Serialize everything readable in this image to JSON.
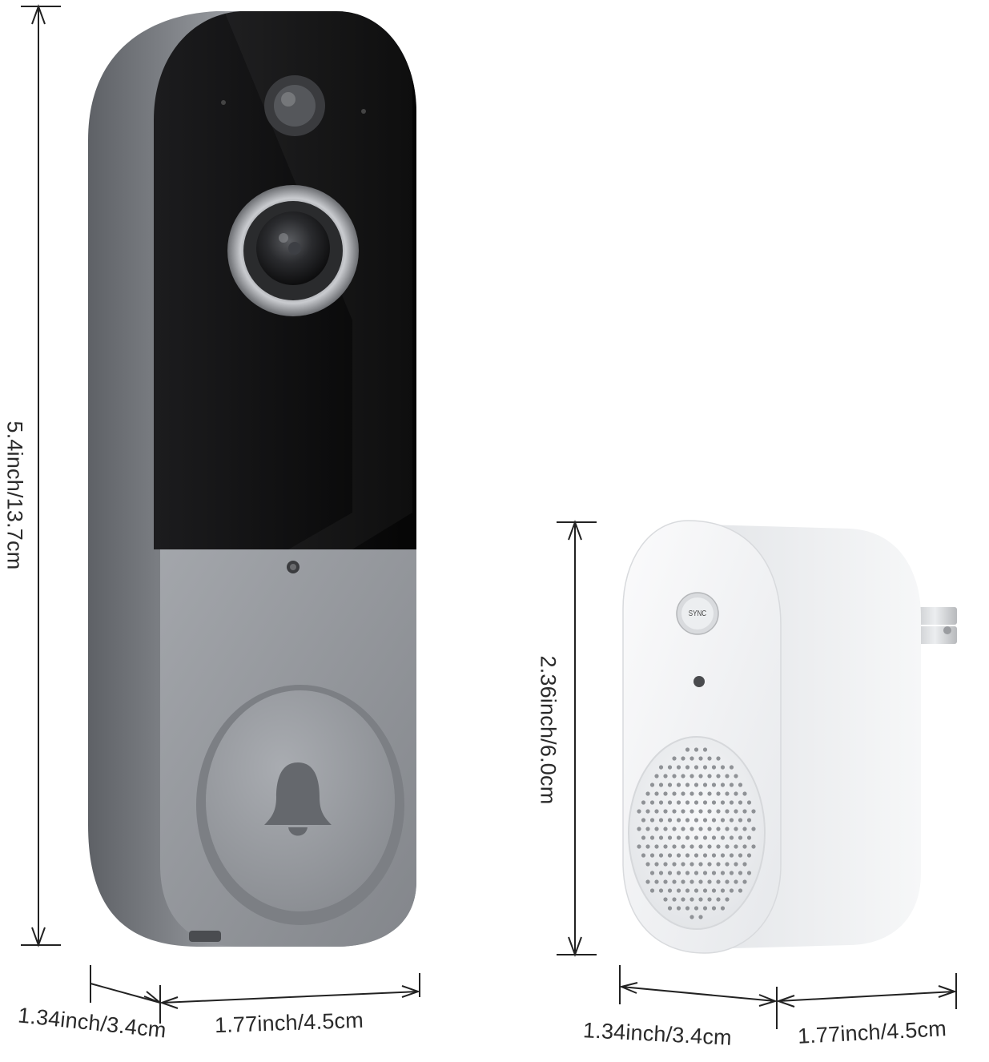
{
  "doorbell": {
    "height_label": "5.4inch/13.7cm",
    "depth_label": "1.34inch/3.4cm",
    "width_label": "1.77inch/4.5cm"
  },
  "chime": {
    "height_label": "2.36inch/6.0cm",
    "depth_label": "1.34inch/3.4cm",
    "width_label": "1.77inch/4.5cm",
    "button_label": "SYNC"
  },
  "colors": {
    "doorbell_body": "#8e9197",
    "doorbell_face": "#0f0f10",
    "chime_body": "#eef0f2",
    "dimension_line": "#222222"
  }
}
